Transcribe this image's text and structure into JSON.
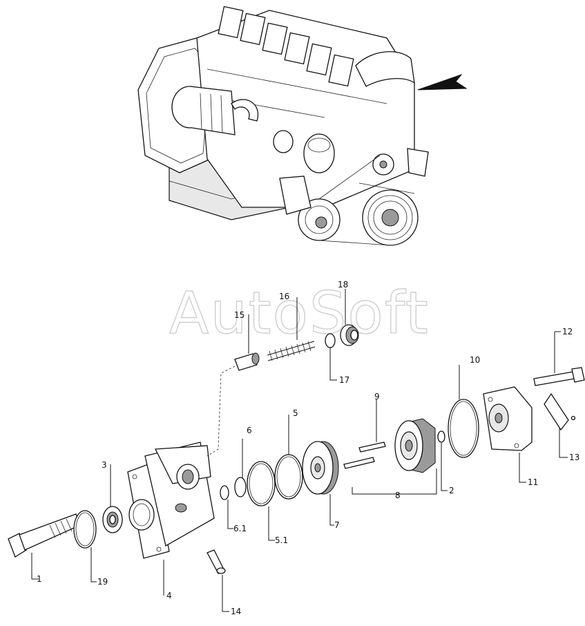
{
  "watermark": "AutoSoft",
  "callouts": [
    {
      "id": "c1",
      "text": "1"
    },
    {
      "id": "c2",
      "text": "2"
    },
    {
      "id": "c3",
      "text": "3"
    },
    {
      "id": "c4",
      "text": "4"
    },
    {
      "id": "c5",
      "text": "5"
    },
    {
      "id": "c51",
      "text": "5.1"
    },
    {
      "id": "c6",
      "text": "6"
    },
    {
      "id": "c61",
      "text": "6.1"
    },
    {
      "id": "c7",
      "text": "7"
    },
    {
      "id": "c8",
      "text": "8"
    },
    {
      "id": "c9",
      "text": "9"
    },
    {
      "id": "c10",
      "text": "10"
    },
    {
      "id": "c11",
      "text": "11"
    },
    {
      "id": "c12",
      "text": "12"
    },
    {
      "id": "c13",
      "text": "13"
    },
    {
      "id": "c14",
      "text": "14"
    },
    {
      "id": "c15",
      "text": "15"
    },
    {
      "id": "c16",
      "text": "16"
    },
    {
      "id": "c17",
      "text": "17"
    },
    {
      "id": "c18",
      "text": "18"
    },
    {
      "id": "c19",
      "text": "19"
    }
  ]
}
